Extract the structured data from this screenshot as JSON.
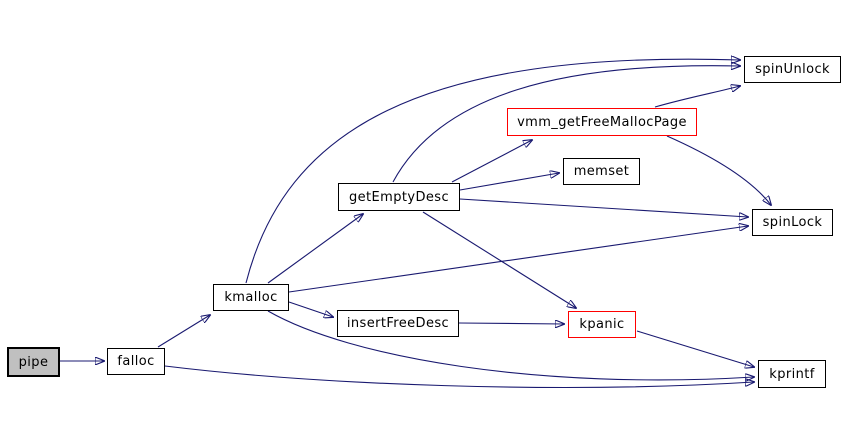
{
  "graph": {
    "type": "call-graph",
    "background_color": "#ffffff",
    "edge_color": "#191970",
    "node_border_color": "#000000",
    "truncated_border_color": "#ff0000",
    "current_node_fill": "#c0c0c0",
    "nodes": [
      {
        "id": "pipe",
        "label": "pipe",
        "style": "current"
      },
      {
        "id": "falloc",
        "label": "falloc",
        "style": "normal"
      },
      {
        "id": "kmalloc",
        "label": "kmalloc",
        "style": "normal"
      },
      {
        "id": "getEmptyDesc",
        "label": "getEmptyDesc",
        "style": "normal"
      },
      {
        "id": "insertFreeDesc",
        "label": "insertFreeDesc",
        "style": "normal"
      },
      {
        "id": "vmm_getFreeMallocPage",
        "label": "vmm_getFreeMallocPage",
        "style": "truncated"
      },
      {
        "id": "memset",
        "label": "memset",
        "style": "normal"
      },
      {
        "id": "spinUnlock",
        "label": "spinUnlock",
        "style": "normal"
      },
      {
        "id": "spinLock",
        "label": "spinLock",
        "style": "normal"
      },
      {
        "id": "kpanic",
        "label": "kpanic",
        "style": "truncated"
      },
      {
        "id": "kprintf",
        "label": "kprintf",
        "style": "normal"
      }
    ],
    "edges": [
      {
        "from": "pipe",
        "to": "falloc"
      },
      {
        "from": "falloc",
        "to": "kmalloc"
      },
      {
        "from": "falloc",
        "to": "kprintf"
      },
      {
        "from": "kmalloc",
        "to": "getEmptyDesc"
      },
      {
        "from": "kmalloc",
        "to": "insertFreeDesc"
      },
      {
        "from": "kmalloc",
        "to": "spinUnlock"
      },
      {
        "from": "kmalloc",
        "to": "spinLock"
      },
      {
        "from": "kmalloc",
        "to": "kprintf"
      },
      {
        "from": "getEmptyDesc",
        "to": "vmm_getFreeMallocPage"
      },
      {
        "from": "getEmptyDesc",
        "to": "memset"
      },
      {
        "from": "getEmptyDesc",
        "to": "spinUnlock"
      },
      {
        "from": "getEmptyDesc",
        "to": "spinLock"
      },
      {
        "from": "getEmptyDesc",
        "to": "kpanic"
      },
      {
        "from": "insertFreeDesc",
        "to": "kpanic"
      },
      {
        "from": "vmm_getFreeMallocPage",
        "to": "spinUnlock"
      },
      {
        "from": "vmm_getFreeMallocPage",
        "to": "spinLock"
      },
      {
        "from": "kpanic",
        "to": "kprintf"
      }
    ]
  }
}
